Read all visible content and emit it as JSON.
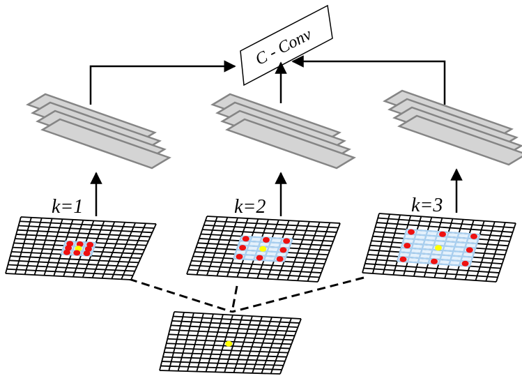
{
  "cconv": {
    "label": "C - Conv"
  },
  "branches": [
    {
      "label": "k=1",
      "dilation": 1
    },
    {
      "label": "k=2",
      "dilation": 2
    },
    {
      "label": "k=3",
      "dilation": 3
    }
  ],
  "colors": {
    "sample_point": "#ee1111",
    "center_point": "#ffff00",
    "receptive_field": "#a8cff0",
    "feature_map_fill": "#d4d4d4",
    "feature_map_stroke": "#858585"
  }
}
